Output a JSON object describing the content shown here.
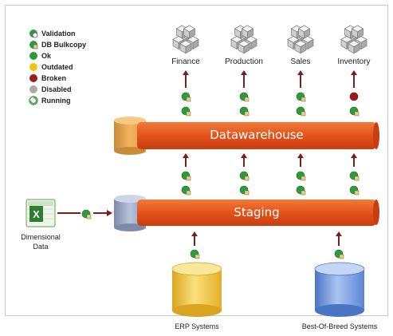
{
  "legend": {
    "items": [
      {
        "label": "Validation",
        "icon": "validation-icon"
      },
      {
        "label": "DB Bulkcopy",
        "icon": "db-bulkcopy-icon"
      },
      {
        "label": "Ok",
        "icon": "ok-icon"
      },
      {
        "label": "Outdated",
        "icon": "outdated-icon"
      },
      {
        "label": "Broken",
        "icon": "broken-icon"
      },
      {
        "label": "Disabled",
        "icon": "disabled-icon"
      },
      {
        "label": "Running",
        "icon": "running-icon"
      }
    ]
  },
  "cubes": [
    {
      "label": "Finance"
    },
    {
      "label": "Production"
    },
    {
      "label": "Sales"
    },
    {
      "label": "Inventory"
    }
  ],
  "bars": {
    "datawarehouse": "Datawarehouse",
    "staging": "Staging"
  },
  "dimensional": {
    "label_line1": "Dimensional",
    "label_line2": "Data",
    "icon": "excel-icon"
  },
  "sources": [
    {
      "label": "ERP Systems"
    },
    {
      "label": "Best-Of-Breed Systems"
    }
  ],
  "colors": {
    "bar": "#e2531a",
    "arrow": "#7a1e1e",
    "ok": "#2e9b3a",
    "broken": "#a01818",
    "erp": "#f2c12e",
    "bob": "#5b86d6"
  }
}
